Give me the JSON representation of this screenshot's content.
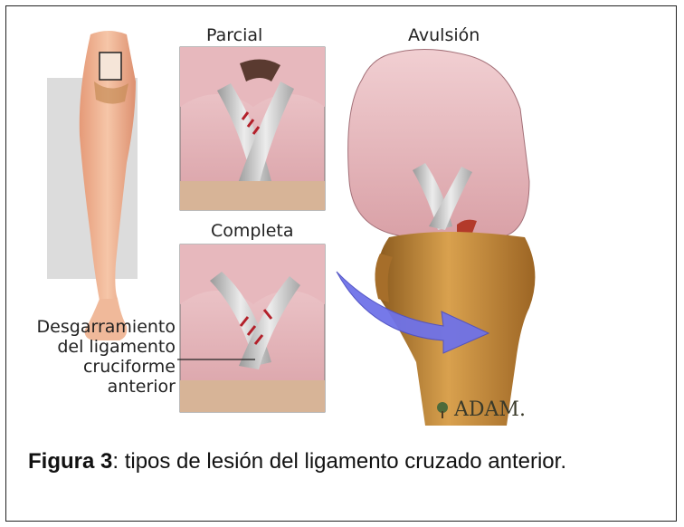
{
  "figure": {
    "labels": {
      "partial": "Parcial",
      "avulsion": "Avulsión",
      "complete": "Completa"
    },
    "tear_label_lines": [
      "Desgarramiento",
      "del ligamento",
      "cruciforme",
      "anterior"
    ],
    "logo_text": "ADAM.",
    "logo_icon": "adam-tree-logo-icon"
  },
  "caption": {
    "prefix": "Figura 3",
    "text": ": tipos de lesión del ligamento cruzado anterior."
  },
  "colors": {
    "skin": "#f0b99a",
    "cartilage": "#e6b3b8",
    "bone": "#c48b3a",
    "ligament": "#bfbfbf",
    "arrow": "#6f72e8"
  }
}
